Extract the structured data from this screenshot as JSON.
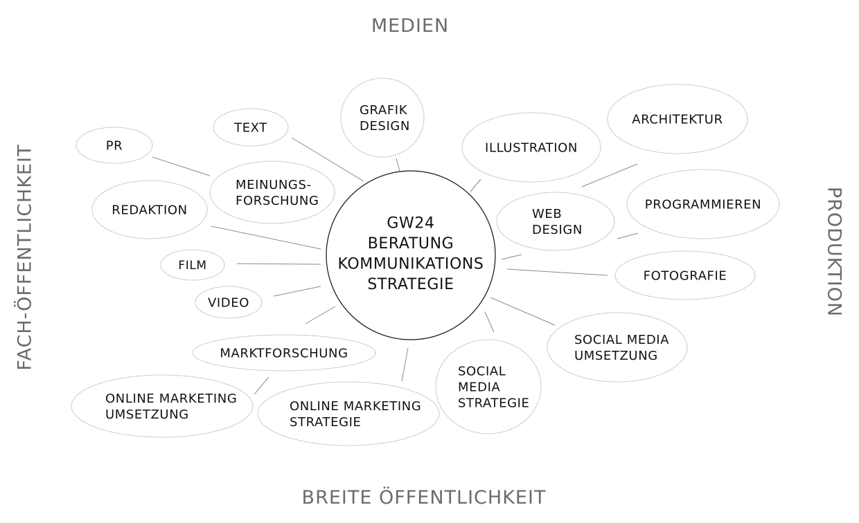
{
  "axes": {
    "top": "MEDIEN",
    "bottom": "BREITE ÖFFENTLICHKEIT",
    "left": "FACH-ÖFFENTLICHKEIT",
    "right": "PRODUKTION"
  },
  "center": {
    "lines": [
      "GW24",
      "BERATUNG",
      "KOMMUNIKATIONS",
      "STRATEGIE"
    ]
  },
  "bubbles": [
    {
      "id": "pr",
      "lines": [
        "PR"
      ]
    },
    {
      "id": "text",
      "lines": [
        "TEXT"
      ]
    },
    {
      "id": "grafik-design",
      "lines": [
        "GRAFIK",
        "DESIGN"
      ]
    },
    {
      "id": "illustration",
      "lines": [
        "ILLUSTRATION"
      ]
    },
    {
      "id": "architektur",
      "lines": [
        "ARCHITEKTUR"
      ]
    },
    {
      "id": "meinungsforschung",
      "lines": [
        "MEINUNGS-",
        "FORSCHUNG"
      ]
    },
    {
      "id": "redaktion",
      "lines": [
        "REDAKTION"
      ]
    },
    {
      "id": "web-design",
      "lines": [
        "WEB",
        "DESIGN"
      ]
    },
    {
      "id": "programmieren",
      "lines": [
        "PROGRAMMIEREN"
      ]
    },
    {
      "id": "film",
      "lines": [
        "FILM"
      ]
    },
    {
      "id": "fotografie",
      "lines": [
        "FOTOGRAFIE"
      ]
    },
    {
      "id": "video",
      "lines": [
        "VIDEO"
      ]
    },
    {
      "id": "social-media-umsetzung",
      "lines": [
        "SOCIAL MEDIA",
        "UMSETZUNG"
      ]
    },
    {
      "id": "marktforschung",
      "lines": [
        "MARKTFORSCHUNG"
      ]
    },
    {
      "id": "social-media-strategie",
      "lines": [
        "SOCIAL",
        "MEDIA",
        "STRATEGIE"
      ]
    },
    {
      "id": "online-marketing-umsetzung",
      "lines": [
        "ONLINE MARKETING",
        "UMSETZUNG"
      ]
    },
    {
      "id": "online-marketing-strategie",
      "lines": [
        "ONLINE MARKETING",
        "STRATEGIE"
      ]
    }
  ]
}
